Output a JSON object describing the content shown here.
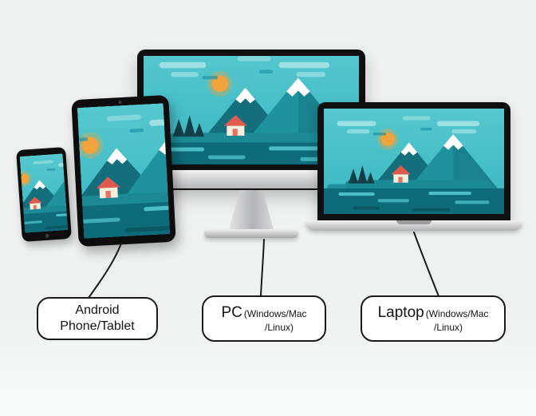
{
  "diagram": {
    "labels": {
      "android": {
        "line1": "Android",
        "line2": "Phone/Tablet"
      },
      "pc": {
        "main": "PC",
        "sub_line1": "(Windows/Mac",
        "sub_line2": "/Linux)"
      },
      "laptop": {
        "main": "Laptop",
        "sub_line1": "(Windows/Mac",
        "sub_line2": "/Linux)"
      }
    },
    "devices": [
      {
        "icon": "android-phone-icon"
      },
      {
        "icon": "android-tablet-icon"
      },
      {
        "icon": "desktop-pc-icon"
      },
      {
        "icon": "laptop-icon"
      }
    ]
  },
  "palette": {
    "sky": "#38b5c0",
    "sky-top": "#56c8cf",
    "cloud": "#a3e2e5",
    "cloud-dark": "#1f96a5",
    "sun": "#f2a33c",
    "mountain": "#1f939d",
    "mountain-dark": "#146e7c",
    "snow": "#ffffff",
    "land": "#1b8a95",
    "water": "#0e6b79",
    "water-light": "#4cbec7",
    "water-dark": "#0a5663",
    "tree": "#123f4a",
    "roof": "#e05a4e",
    "wall": "#f6eedd",
    "line": "#1a1a1a",
    "box-border": "#1a1a1a",
    "box-bg": "#ffffff"
  }
}
